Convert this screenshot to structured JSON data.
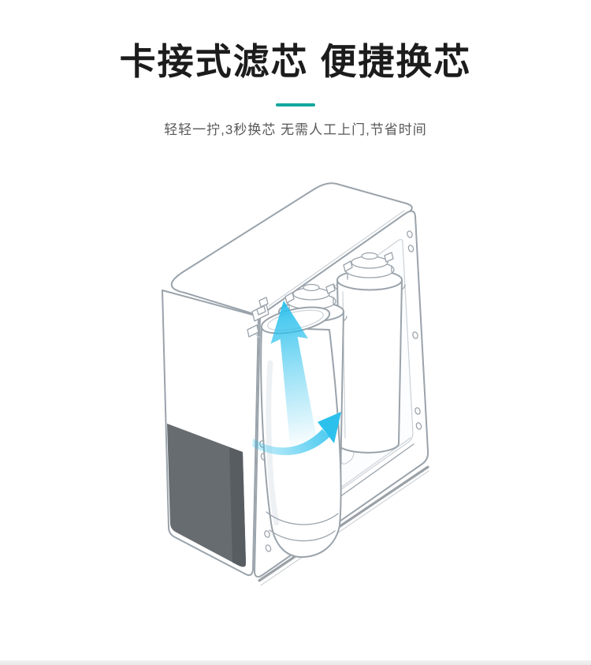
{
  "header": {
    "title": "卡接式滤芯 便捷换芯",
    "subtitle": "轻轻一拧,3秒换芯 无需人工上门,节省时间"
  },
  "illustration": {
    "alt": "net-water-purifier-open-case-three-filters-one-twisted-out",
    "arrow_icons": [
      "lift-arrow-icon",
      "twist-arrow-icon"
    ]
  },
  "colors": {
    "accent": "#12a79e",
    "title-text": "#1c1c1c",
    "subtitle-text": "#585858",
    "line": "#9aa3ab",
    "line-light": "#ccd2d7",
    "panel-dark": "#676c71",
    "panel-dark-edge": "#585d62",
    "arrow-cyan": "#2cc1ed",
    "base-bar": "#9aa1a7",
    "strip-top": "#f2f2f2",
    "strip-bottom": "#e8e8e8"
  }
}
